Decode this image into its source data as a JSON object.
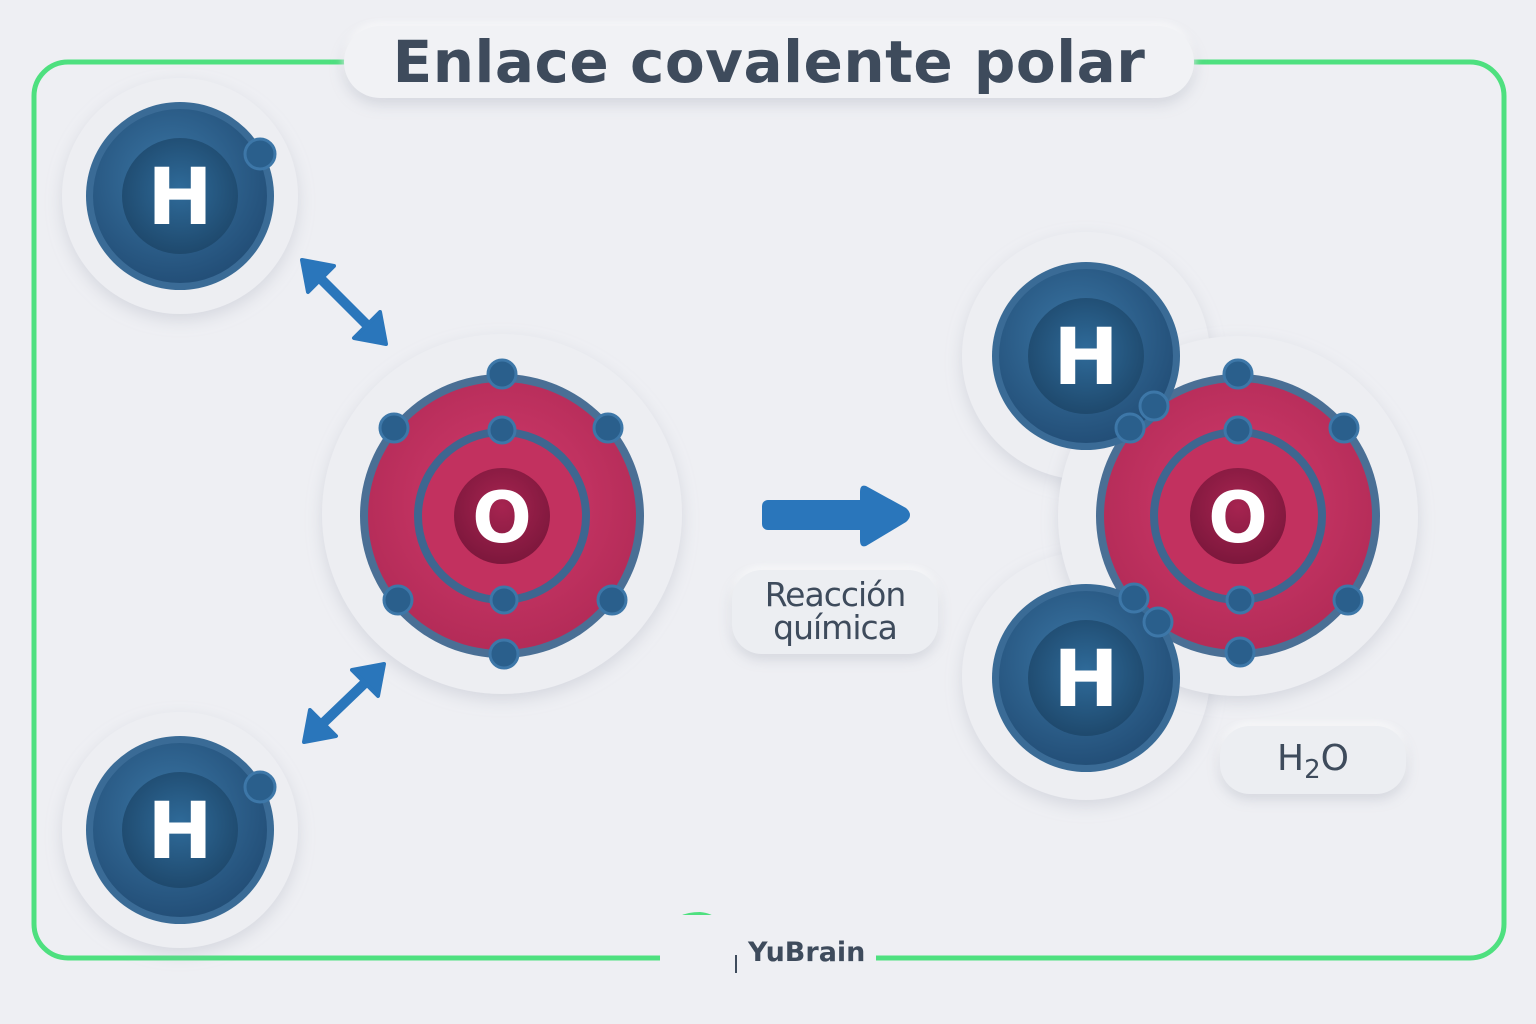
{
  "title": "Enlace covalente polar",
  "reactants": {
    "hydrogen_top": "H",
    "hydrogen_bottom": "H",
    "oxygen": "O"
  },
  "reaction_label": "Reacción química",
  "reaction_label_lines": [
    "Reacción",
    "química"
  ],
  "product": {
    "hydrogen_top": "H",
    "hydrogen_bottom": "H",
    "oxygen": "O",
    "formula_prefix": "H",
    "formula_subscript": "2",
    "formula_suffix": "O"
  },
  "brand": "YuBrain",
  "colors": {
    "frame": "#4ee07f",
    "hydrogen": "#2e628e",
    "hydrogen_dark": "#1e4a70",
    "oxygen": "#c0305e",
    "oxygen_dark": "#8f1d45",
    "shell": "#3a6a93",
    "electron": "#2a5f8c",
    "arrow": "#2a76bb",
    "text": "#3e4b5c"
  },
  "icons": {
    "brand_logo": "head-puzzle-icon",
    "bond_arrows": "double-arrow-icon",
    "reaction_arrow": "right-arrow-icon"
  }
}
